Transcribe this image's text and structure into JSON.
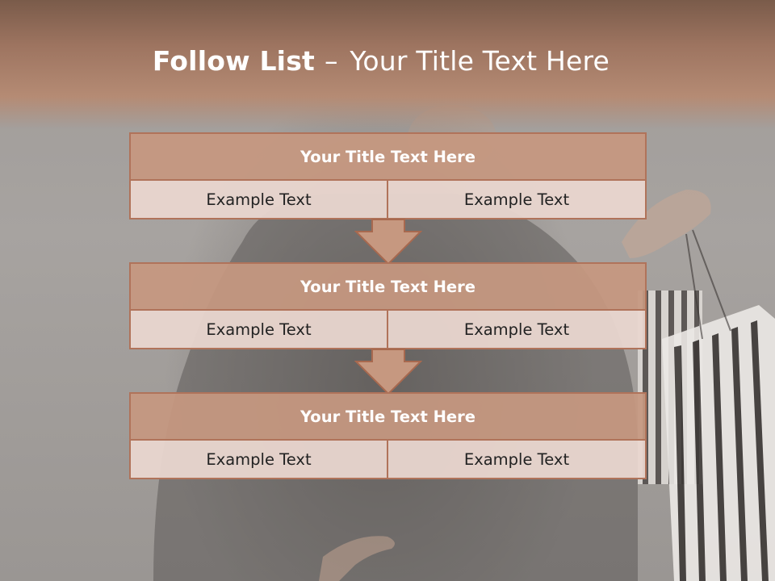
{
  "slide": {
    "title_bold": "Follow List",
    "title_sep": "–",
    "title_rest": "Your Title Text Here"
  },
  "blocks": [
    {
      "title": "Your Title Text Here",
      "left": "Example Text",
      "right": "Example Text"
    },
    {
      "title": "Your Title Text Here",
      "left": "Example Text",
      "right": "Example Text"
    },
    {
      "title": "Your Title Text Here",
      "left": "Example Text",
      "right": "Example Text"
    }
  ],
  "colors": {
    "header": "#a87d66",
    "box_title": "#c69880",
    "box_cell": "#e9d6cf",
    "border": "#b0735a"
  }
}
